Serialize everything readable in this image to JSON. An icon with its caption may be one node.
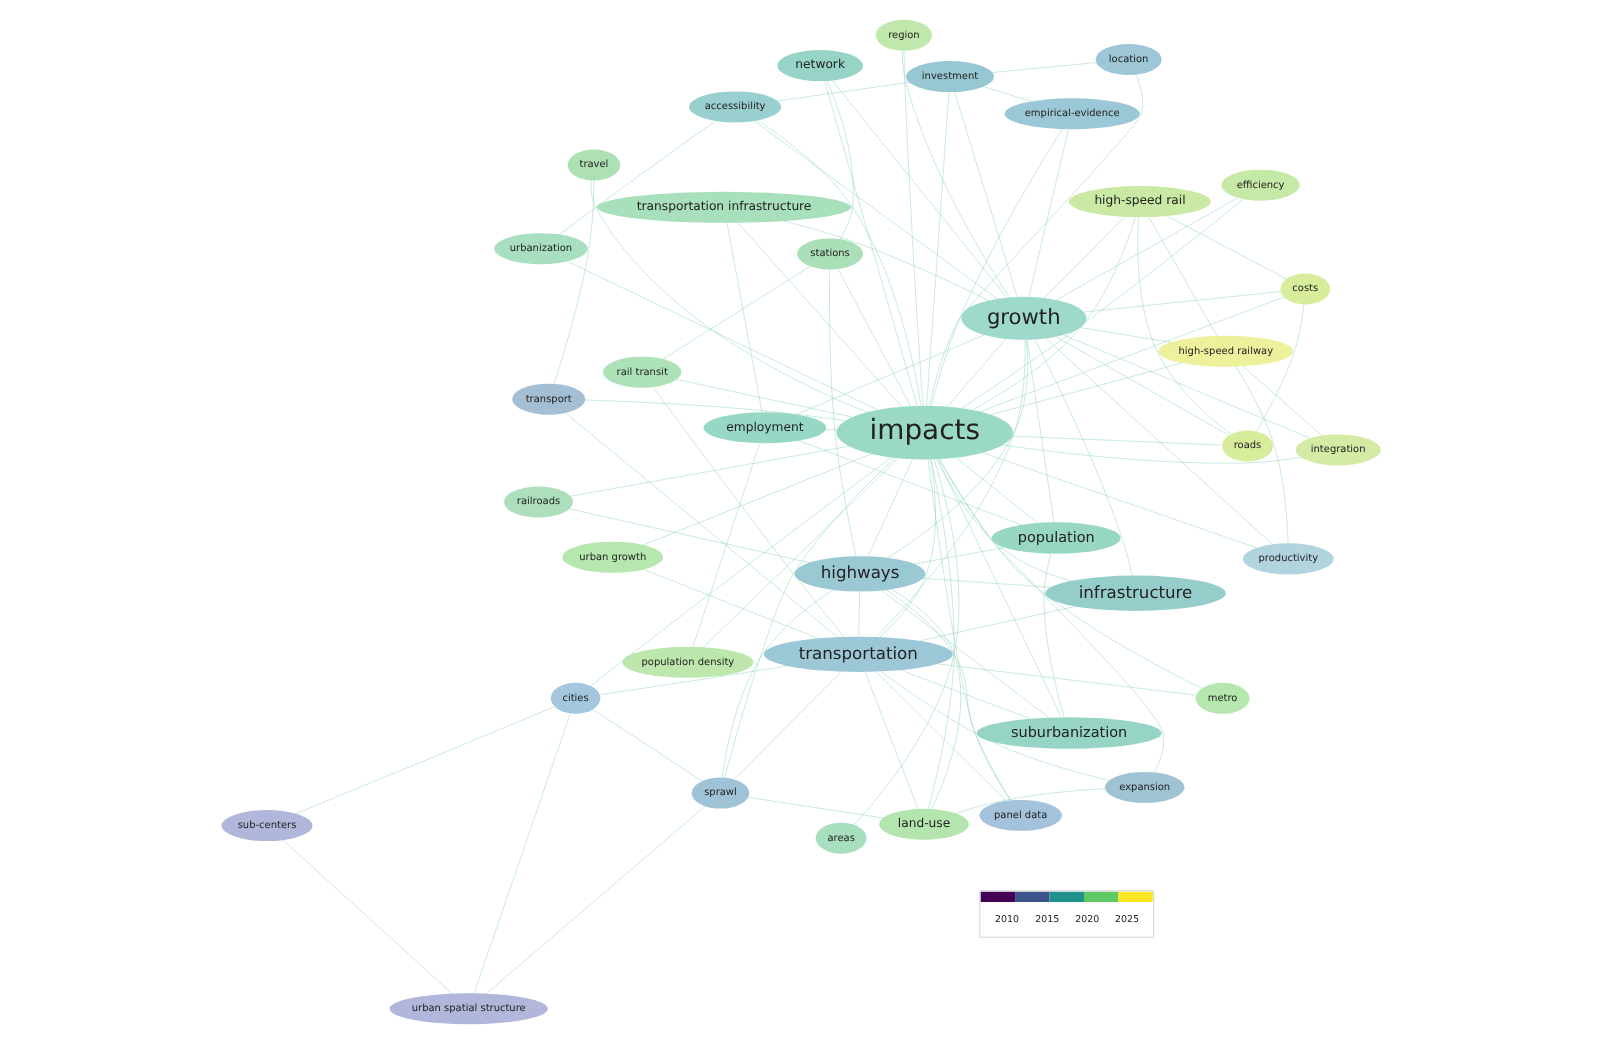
{
  "diagram": {
    "nodes": [
      {
        "text": [
          "sub-centers"
        ]
      },
      {
        "text": [
          "urban spatial structure"
        ]
      },
      {
        "text": [
          "population density"
        ]
      },
      {
        "text": [
          "employment"
        ]
      },
      {
        "text": [
          "productivity"
        ]
      },
      {
        "text": [
          "transportation infrastructure"
        ]
      },
      {
        "text": [
          "cities"
        ]
      },
      {
        "text": [
          "suburbanization"
        ]
      },
      {
        "text": [
          "population"
        ]
      },
      {
        "text": [
          "roads"
        ]
      },
      {
        "text": [
          "high-speed railway"
        ]
      },
      {
        "text": [
          "sprawl"
        ]
      },
      {
        "text": [
          "costs"
        ]
      },
      {
        "text": [
          "integration"
        ]
      },
      {
        "text": [
          "region"
        ]
      },
      {
        "text": [
          "panel data"
        ]
      },
      {
        "text": [
          "infrastructure"
        ]
      },
      {
        "text": [
          "growth"
        ]
      },
      {
        "text": [
          "high-speed rail"
        ]
      },
      {
        "text": [
          "urban growth"
        ]
      },
      {
        "text": [
          "impacts"
        ]
      },
      {
        "text": [
          "highways"
        ]
      },
      {
        "text": [
          "transportation"
        ]
      },
      {
        "text": [
          "empirical-evidence"
        ]
      },
      {
        "text": [
          "network"
        ]
      },
      {
        "text": [
          "land-use"
        ]
      },
      {
        "text": [
          "efficiency"
        ]
      },
      {
        "text": [
          "railroads"
        ]
      },
      {
        "text": [
          "urbanization"
        ]
      },
      {
        "text": [
          "expansion"
        ]
      },
      {
        "text": [
          "investment"
        ]
      },
      {
        "text": [
          "stations"
        ]
      },
      {
        "text": [
          "areas"
        ]
      },
      {
        "text": [
          "accessibility"
        ]
      },
      {
        "text": [
          "location"
        ]
      },
      {
        "text": [
          "metro"
        ]
      },
      {
        "text": [
          "rail transit"
        ]
      },
      {
        "text": [
          "transport"
        ]
      },
      {
        "text": [
          "travel"
        ]
      }
    ],
    "edges": [
      {
        "from": 20,
        "to": 17,
        "arrow": "none"
      },
      {
        "from": 20,
        "to": 16,
        "arrow": "none"
      },
      {
        "from": 20,
        "to": 21,
        "arrow": "none"
      },
      {
        "from": 20,
        "to": 22,
        "arrow": "none"
      },
      {
        "from": 20,
        "to": 24,
        "arrow": "none"
      },
      {
        "from": 20,
        "to": 5,
        "arrow": "none"
      },
      {
        "from": 20,
        "to": 8,
        "arrow": "none"
      },
      {
        "from": 20,
        "to": 7,
        "arrow": "none"
      },
      {
        "from": 20,
        "to": 3,
        "arrow": "none"
      },
      {
        "from": 20,
        "to": 18,
        "arrow": "none"
      },
      {
        "from": 20,
        "to": 33,
        "arrow": "none"
      },
      {
        "from": 20,
        "to": 30,
        "arrow": "none"
      },
      {
        "from": 20,
        "to": 28,
        "arrow": "none"
      },
      {
        "from": 20,
        "to": 25,
        "arrow": "none"
      },
      {
        "from": 20,
        "to": 23,
        "arrow": "none"
      },
      {
        "from": 20,
        "to": 14,
        "arrow": "none"
      },
      {
        "from": 20,
        "to": 12,
        "arrow": "none"
      },
      {
        "from": 20,
        "to": 9,
        "arrow": "none"
      },
      {
        "from": 20,
        "to": 31,
        "arrow": "none"
      },
      {
        "from": 20,
        "to": 38,
        "arrow": "none"
      },
      {
        "from": 20,
        "to": 32,
        "arrow": "none"
      },
      {
        "from": 20,
        "to": 27,
        "arrow": "none"
      },
      {
        "from": 20,
        "to": 29,
        "arrow": "none"
      },
      {
        "from": 20,
        "to": 37,
        "arrow": "none"
      },
      {
        "from": 20,
        "to": 36,
        "arrow": "none"
      },
      {
        "from": 20,
        "to": 11,
        "arrow": "none"
      },
      {
        "from": 20,
        "to": 6,
        "arrow": "none"
      },
      {
        "from": 20,
        "to": 15,
        "arrow": "none"
      },
      {
        "from": 20,
        "to": 19,
        "arrow": "none"
      },
      {
        "from": 20,
        "to": 26,
        "arrow": "none"
      },
      {
        "from": 20,
        "to": 34,
        "arrow": "none"
      },
      {
        "from": 20,
        "to": 13,
        "arrow": "none"
      },
      {
        "from": 20,
        "to": 10,
        "arrow": "none"
      },
      {
        "from": 20,
        "to": 4,
        "arrow": "none"
      },
      {
        "from": 20,
        "to": 2,
        "arrow": "none"
      },
      {
        "from": 20,
        "to": 35,
        "arrow": "none"
      },
      {
        "from": 17,
        "to": 16,
        "arrow": "none"
      },
      {
        "from": 17,
        "to": 18,
        "arrow": "none"
      },
      {
        "from": 17,
        "to": 5,
        "arrow": "none"
      },
      {
        "from": 17,
        "to": 3,
        "arrow": "none"
      },
      {
        "from": 17,
        "to": 8,
        "arrow": "none"
      },
      {
        "from": 17,
        "to": 23,
        "arrow": "none"
      },
      {
        "from": 17,
        "to": 30,
        "arrow": "none"
      },
      {
        "from": 17,
        "to": 12,
        "arrow": "none"
      },
      {
        "from": 17,
        "to": 9,
        "arrow": "none"
      },
      {
        "from": 17,
        "to": 13,
        "arrow": "none"
      },
      {
        "from": 17,
        "to": 10,
        "arrow": "none"
      },
      {
        "from": 17,
        "to": 4,
        "arrow": "none"
      },
      {
        "from": 17,
        "to": 26,
        "arrow": "none"
      },
      {
        "from": 17,
        "to": 24,
        "arrow": "none"
      },
      {
        "from": 17,
        "to": 22,
        "arrow": "none"
      },
      {
        "from": 17,
        "to": 21,
        "arrow": "none"
      },
      {
        "from": 17,
        "to": 33,
        "arrow": "none"
      },
      {
        "from": 17,
        "to": 14,
        "arrow": "none"
      },
      {
        "from": 22,
        "to": 21,
        "arrow": "none"
      },
      {
        "from": 22,
        "to": 16,
        "arrow": "none"
      },
      {
        "from": 22,
        "to": 25,
        "arrow": "none"
      },
      {
        "from": 22,
        "to": 11,
        "arrow": "none"
      },
      {
        "from": 22,
        "to": 6,
        "arrow": "none"
      },
      {
        "from": 22,
        "to": 29,
        "arrow": "none"
      },
      {
        "from": 22,
        "to": 37,
        "arrow": "none"
      },
      {
        "from": 22,
        "to": 36,
        "arrow": "none"
      },
      {
        "from": 22,
        "to": 35,
        "arrow": "none"
      },
      {
        "from": 22,
        "to": 15,
        "arrow": "none"
      },
      {
        "from": 22,
        "to": 7,
        "arrow": "none"
      },
      {
        "from": 22,
        "to": 19,
        "arrow": "none"
      },
      {
        "from": 21,
        "to": 16,
        "arrow": "none"
      },
      {
        "from": 21,
        "to": 7,
        "arrow": "none"
      },
      {
        "from": 21,
        "to": 8,
        "arrow": "none"
      },
      {
        "from": 21,
        "to": 25,
        "arrow": "none"
      },
      {
        "from": 21,
        "to": 11,
        "arrow": "none"
      },
      {
        "from": 21,
        "to": 15,
        "arrow": "none"
      },
      {
        "from": 21,
        "to": 27,
        "arrow": "none"
      },
      {
        "from": 21,
        "to": 31,
        "arrow": "none"
      },
      {
        "from": 1,
        "to": 0,
        "arrow": "none"
      },
      {
        "from": 0,
        "to": 6,
        "arrow": "none"
      },
      {
        "from": 1,
        "to": 6,
        "arrow": "none"
      },
      {
        "from": 1,
        "to": 11,
        "arrow": "none"
      },
      {
        "from": 6,
        "to": 11,
        "arrow": "none"
      },
      {
        "from": 11,
        "to": 25,
        "arrow": "none"
      },
      {
        "from": 7,
        "to": 8,
        "arrow": "none"
      },
      {
        "from": 8,
        "to": 3,
        "arrow": "none"
      },
      {
        "from": 3,
        "to": 5,
        "arrow": "none"
      },
      {
        "from": 2,
        "to": 3,
        "arrow": "none"
      },
      {
        "from": 18,
        "to": 10,
        "arrow": "none"
      },
      {
        "from": 18,
        "to": 12,
        "arrow": "none"
      },
      {
        "from": 18,
        "to": 9,
        "arrow": "none"
      },
      {
        "from": 9,
        "to": 12,
        "arrow": "none"
      },
      {
        "from": 10,
        "to": 13,
        "arrow": "none"
      },
      {
        "from": 4,
        "to": 10,
        "arrow": "none"
      },
      {
        "from": 23,
        "to": 30,
        "arrow": "none"
      },
      {
        "from": 30,
        "to": 34,
        "arrow": "none"
      },
      {
        "from": 33,
        "to": 30,
        "arrow": "none"
      },
      {
        "from": 24,
        "to": 31,
        "arrow": "none"
      },
      {
        "from": 31,
        "to": 36,
        "arrow": "none"
      },
      {
        "from": 37,
        "to": 38,
        "arrow": "none"
      },
      {
        "from": 25,
        "to": 29,
        "arrow": "none"
      },
      {
        "from": 28,
        "to": 33,
        "arrow": "none"
      }
    ],
    "labels": [
      "2010",
      "2015",
      "2020",
      "2025"
    ]
  }
}
